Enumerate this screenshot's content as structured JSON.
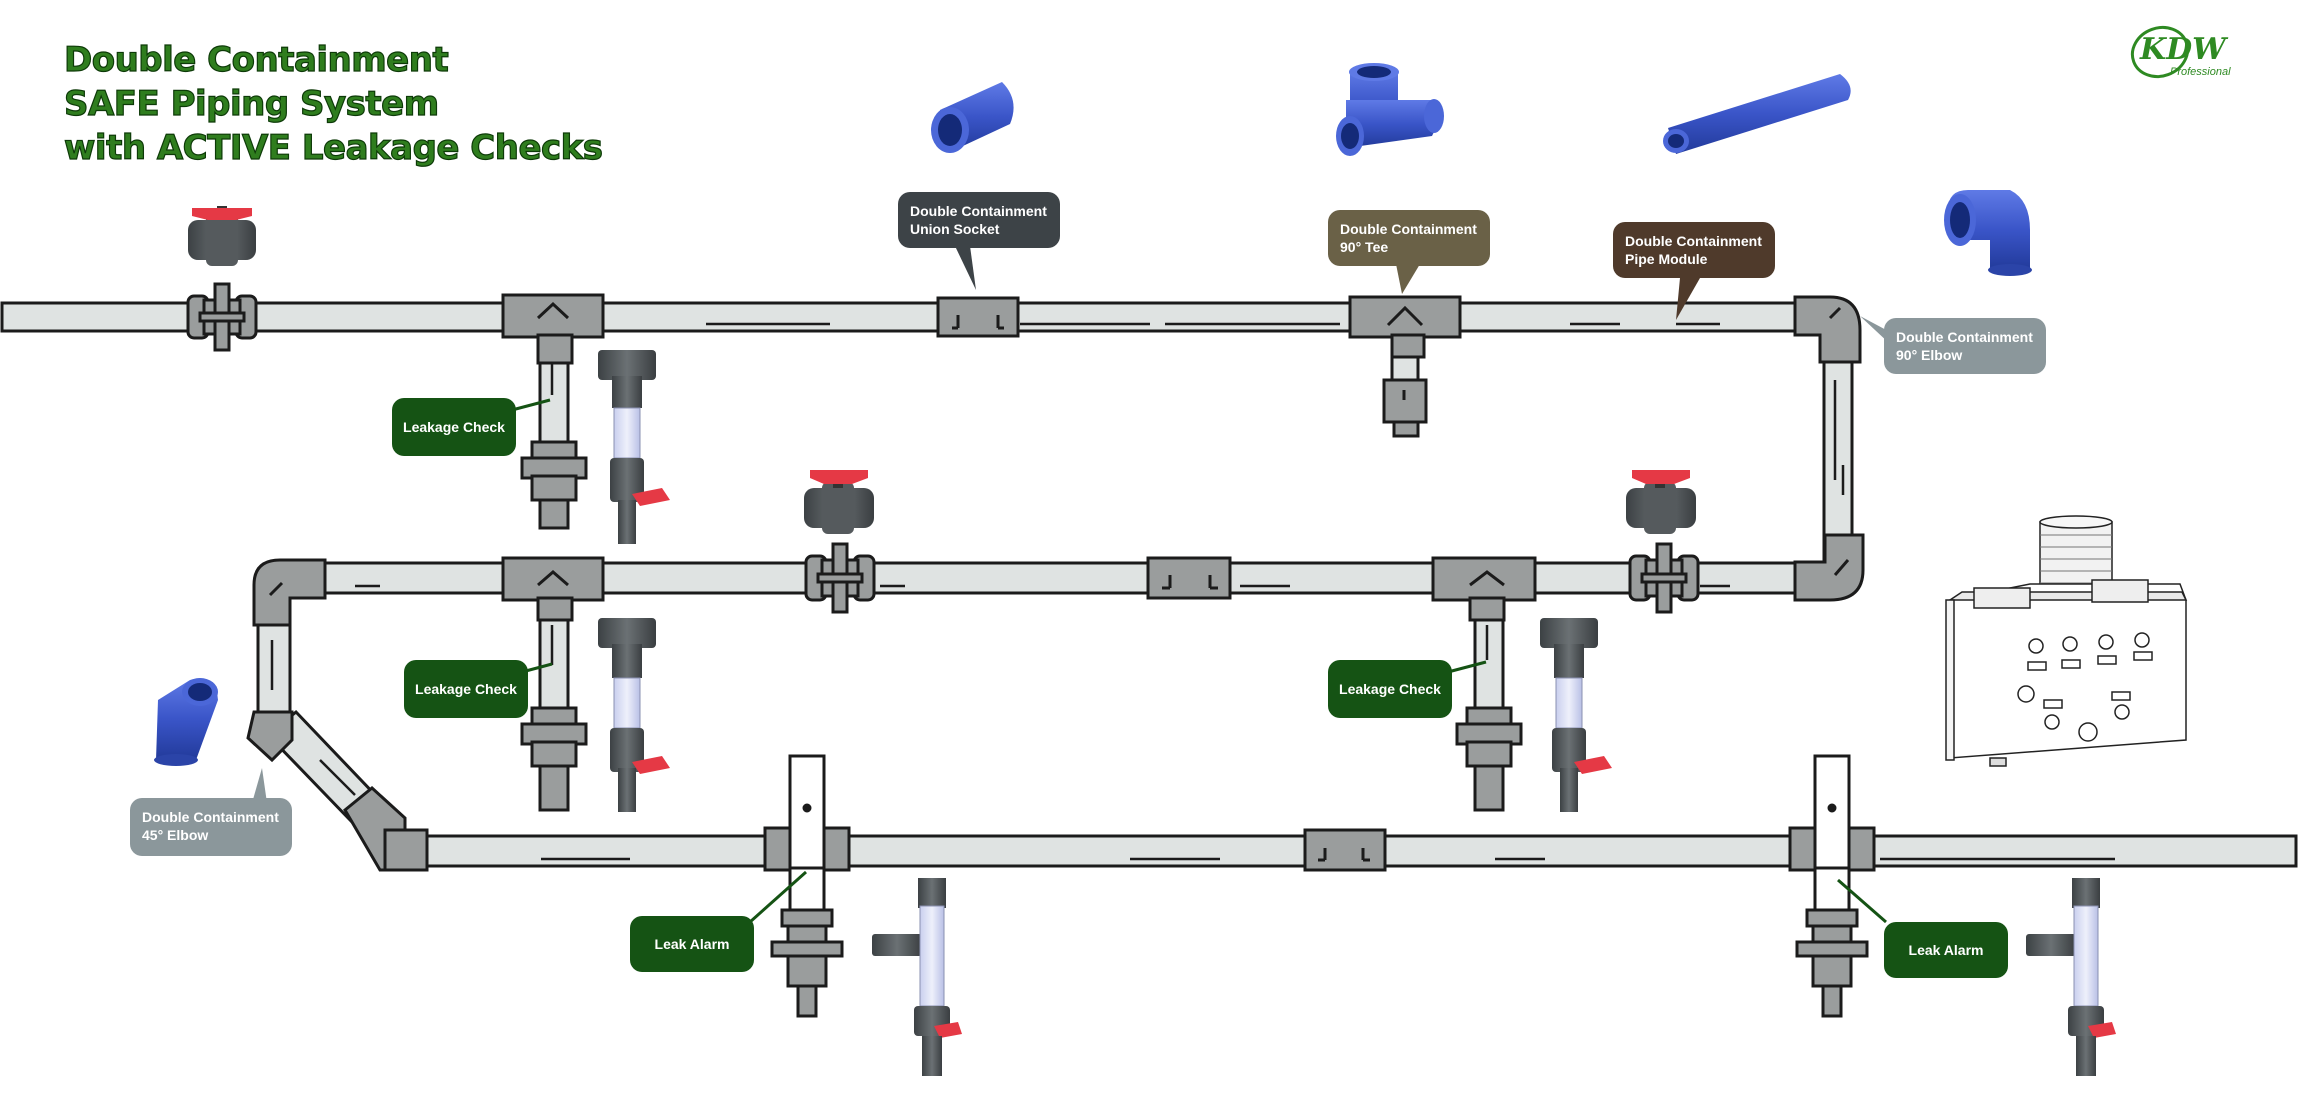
{
  "title": {
    "line1": "Double Containment",
    "line2": "SAFE Piping System",
    "line3": "with ACTIVE Leakage Checks"
  },
  "logo": {
    "text": "KDW",
    "subtext": "Professional"
  },
  "colors": {
    "title_green": "#2f7d1e",
    "label_green": "#155314",
    "pipe_fill": "#dfe3e2",
    "fitting_fill": "#9a9d9d",
    "valve_handle": "#e53945",
    "product_blue": "#3a55c8",
    "union_socket_label": "#3d4347",
    "tee_label": "#6a6147",
    "pipe_module_label": "#4f3a2b",
    "elbow_label": "#8b979b"
  },
  "callouts": {
    "union_socket": {
      "line1": "Double Containment",
      "line2": "Union Socket"
    },
    "tee_90": {
      "line1": "Double Containment",
      "line2": "90° Tee"
    },
    "pipe_module": {
      "line1": "Double Containment",
      "line2": "Pipe Module"
    },
    "elbow_90": {
      "line1": "Double Containment",
      "line2": "90° Elbow"
    },
    "elbow_45": {
      "line1": "Double Containment",
      "line2": "45° Elbow"
    },
    "leakage_check_1": "Leakage Check",
    "leakage_check_2": "Leakage Check",
    "leakage_check_3": "Leakage Check",
    "leak_alarm_1": "Leak Alarm",
    "leak_alarm_2": "Leak Alarm"
  },
  "icons": {
    "ball_valve": "ball-valve-icon",
    "union_socket_product": "blue-socket-icon",
    "tee_product": "blue-tee-icon",
    "pipe_product": "blue-pipe-module-icon",
    "elbow_product": "blue-elbow-90-icon",
    "elbow45_product": "blue-elbow-45-icon",
    "control_panel": "leak-alarm-control-panel-icon"
  }
}
